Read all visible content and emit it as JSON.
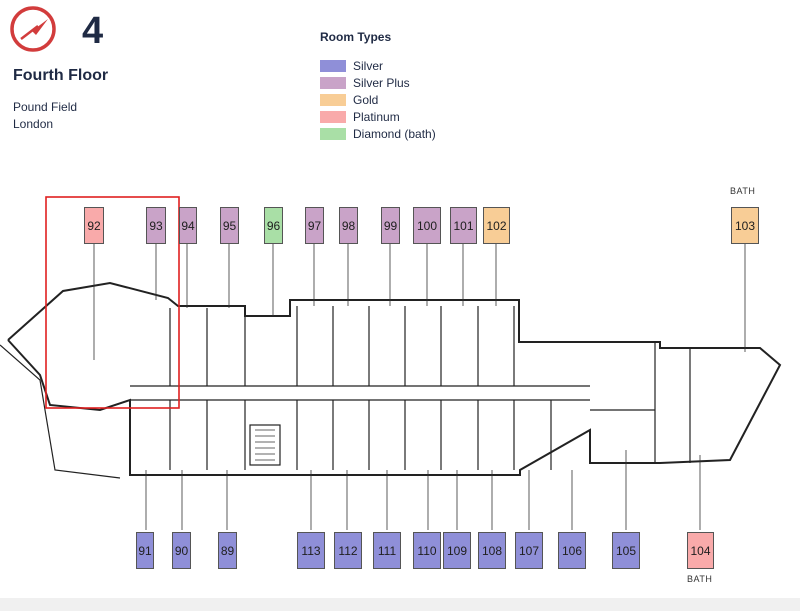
{
  "header": {
    "floor_number": "4",
    "floor_title": "Fourth Floor",
    "address_line1": "Pound Field",
    "address_line2": "London"
  },
  "legend": {
    "title": "Room Types",
    "items": [
      {
        "label": "Silver",
        "color": "#8f8fd8"
      },
      {
        "label": "Silver Plus",
        "color": "#c9a3c8"
      },
      {
        "label": "Gold",
        "color": "#f8cd96"
      },
      {
        "label": "Platinum",
        "color": "#f9aaaa"
      },
      {
        "label": "Diamond (bath)",
        "color": "#a9dfa6"
      }
    ]
  },
  "rooms_top": [
    "92",
    "93",
    "94",
    "95",
    "96",
    "97",
    "98",
    "99",
    "100",
    "101",
    "102",
    "103"
  ],
  "rooms_bottom": [
    "91",
    "90",
    "89",
    "113",
    "112",
    "111",
    "110",
    "109",
    "108",
    "107",
    "106",
    "105",
    "104"
  ],
  "bath_labels": {
    "top": "BATH",
    "bottom": "BATH"
  }
}
